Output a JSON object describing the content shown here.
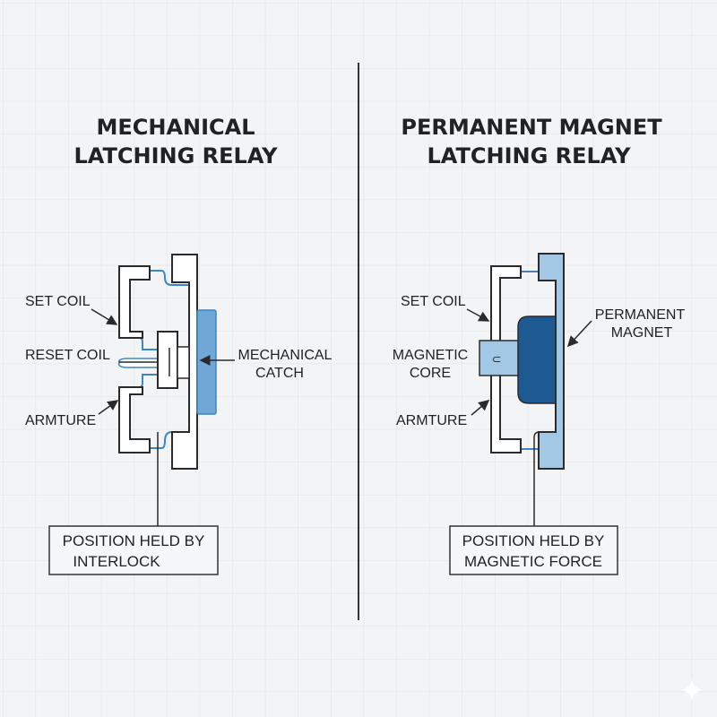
{
  "left": {
    "title_line1": "MECHANICAL",
    "title_line2": "LATCHING RELAY",
    "labels": {
      "set_coil": "SET COIL",
      "reset_coil": "RESET COIL",
      "armature": "ARMTURE",
      "catch_line1": "MECHANICAL",
      "catch_line2": "CATCH"
    },
    "box_line1": "POSITION HELD BY",
    "box_line2": "INTERLOCK"
  },
  "right": {
    "title_line1": "PERMANENT MAGNET",
    "title_line2": "LATCHING RELAY",
    "labels": {
      "set_coil": "SET COIL",
      "core_line1": "MAGNETIC",
      "core_line2": "CORE",
      "armature": "ARMTURE",
      "magnet_line1": "PERMANENT",
      "magnet_line2": "MAGNET",
      "core_symbol": "⊂"
    },
    "box_line1": "POSITION HELD BY",
    "box_line2": "MAGNETIC FORCE"
  },
  "colors": {
    "line": "#2a2a2a",
    "wire": "#3d86c6",
    "catch": "#6fa8d6",
    "light_blue": "#a3c8e6",
    "magnet": "#1d5a92",
    "grid": "#dfe2e5"
  }
}
